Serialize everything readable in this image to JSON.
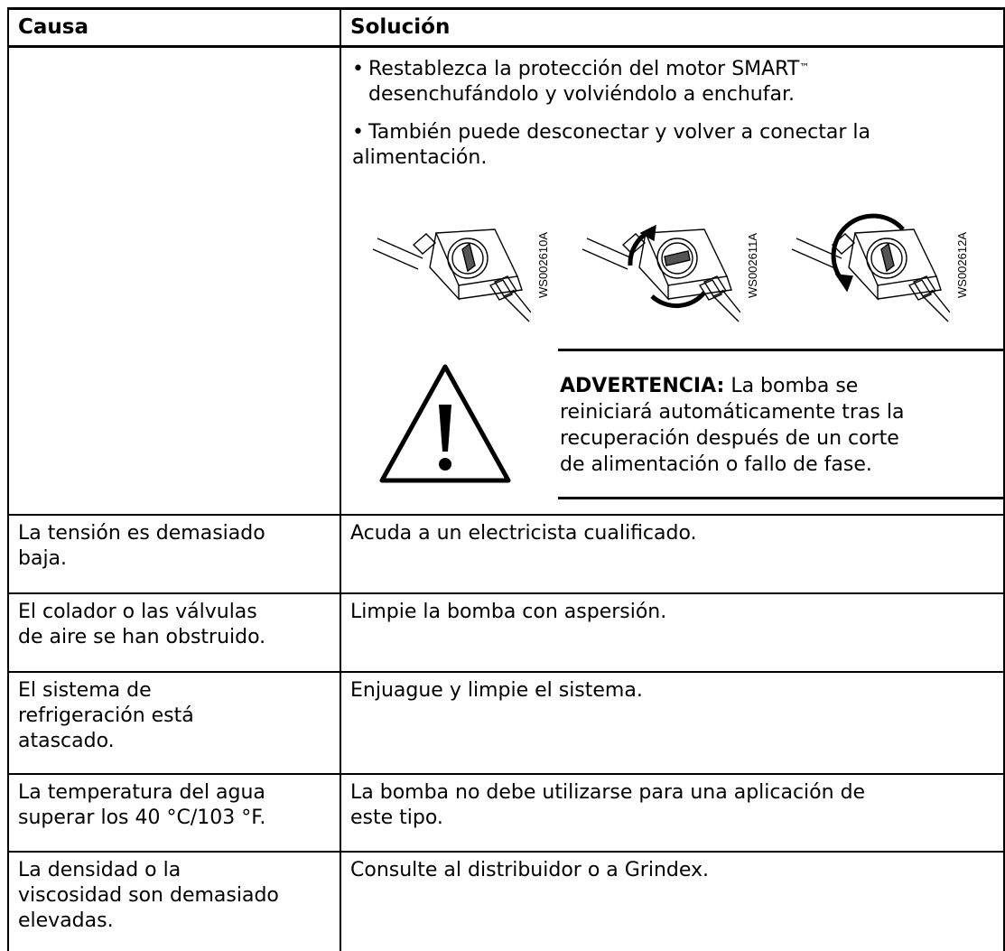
{
  "header": {
    "cause": "Causa",
    "solution": "Solución"
  },
  "first_row": {
    "bullets": [
      {
        "line1": "Restablezca la protección del motor SMART",
        "tm": "™",
        "line2": "desenchufándolo y volviéndolo a enchufar."
      },
      {
        "line1": "También puede desconectar y volver a conectar la",
        "line2": "alimentación."
      }
    ],
    "figures": [
      {
        "label": "WS002610A",
        "icon": "switch-off-icon"
      },
      {
        "label": "WS002611A",
        "icon": "switch-rotate-cw-icon"
      },
      {
        "label": "WS002612A",
        "icon": "switch-rotate-ccw-icon"
      }
    ],
    "warning": {
      "title": "ADVERTENCIA:",
      "line1": "La bomba se",
      "line2": "reiniciará automáticamente tras la",
      "line3": "recuperación después de un corte",
      "line4": "de alimentación o fallo de fase.",
      "icon": "warning-triangle-icon"
    }
  },
  "rows": [
    {
      "cause": [
        "La tensión es demasiado",
        "baja."
      ],
      "solution": [
        "Acuda a un electricista cualificado."
      ]
    },
    {
      "cause": [
        "El colador o las válvulas",
        "de aire se han obstruido."
      ],
      "solution": [
        "Limpie la bomba con aspersión."
      ]
    },
    {
      "cause": [
        "El sistema de",
        "refrigeración está",
        "atascado."
      ],
      "solution": [
        "Enjuague y limpie el sistema."
      ]
    },
    {
      "cause": [
        "La temperatura del agua",
        "superar los 40 °C/103 °F."
      ],
      "solution": [
        "La bomba no debe utilizarse para una aplicación de",
        "este tipo."
      ]
    },
    {
      "cause": [
        "La densidad o la",
        "viscosidad son demasiado",
        "elevadas."
      ],
      "solution": [
        "Consulte al distribuidor o a Grindex."
      ]
    }
  ]
}
